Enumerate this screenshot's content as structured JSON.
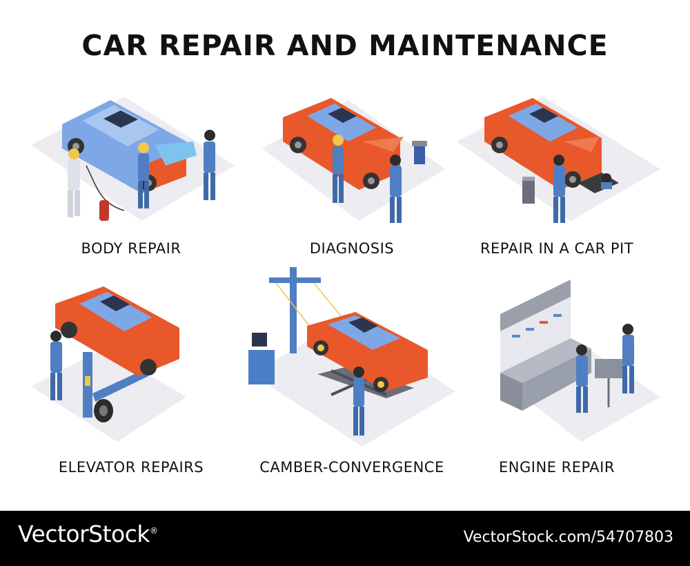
{
  "title": "CAR REPAIR AND MAINTENANCE",
  "panels": [
    {
      "caption": "BODY REPAIR",
      "icon": "body-repair-illustration"
    },
    {
      "caption": "DIAGNOSIS",
      "icon": "diagnosis-illustration"
    },
    {
      "caption": "REPAIR IN A CAR PIT",
      "icon": "car-pit-illustration"
    },
    {
      "caption": "ELEVATOR REPAIRS",
      "icon": "car-lift-illustration"
    },
    {
      "caption": "CAMBER-CONVERGENCE",
      "icon": "wheel-alignment-illustration"
    },
    {
      "caption": "ENGINE REPAIR",
      "icon": "engine-repair-illustration"
    }
  ],
  "footer": {
    "brand": "VectorStock",
    "brand_mark": "®",
    "image_id": "VectorStock.com/54707803"
  },
  "colors": {
    "car_orange": "#e8582b",
    "car_blue": "#7ea7e6",
    "uniform_blue": "#4f7ec2",
    "floor": "#ececf1",
    "footer_bg": "#000000"
  }
}
